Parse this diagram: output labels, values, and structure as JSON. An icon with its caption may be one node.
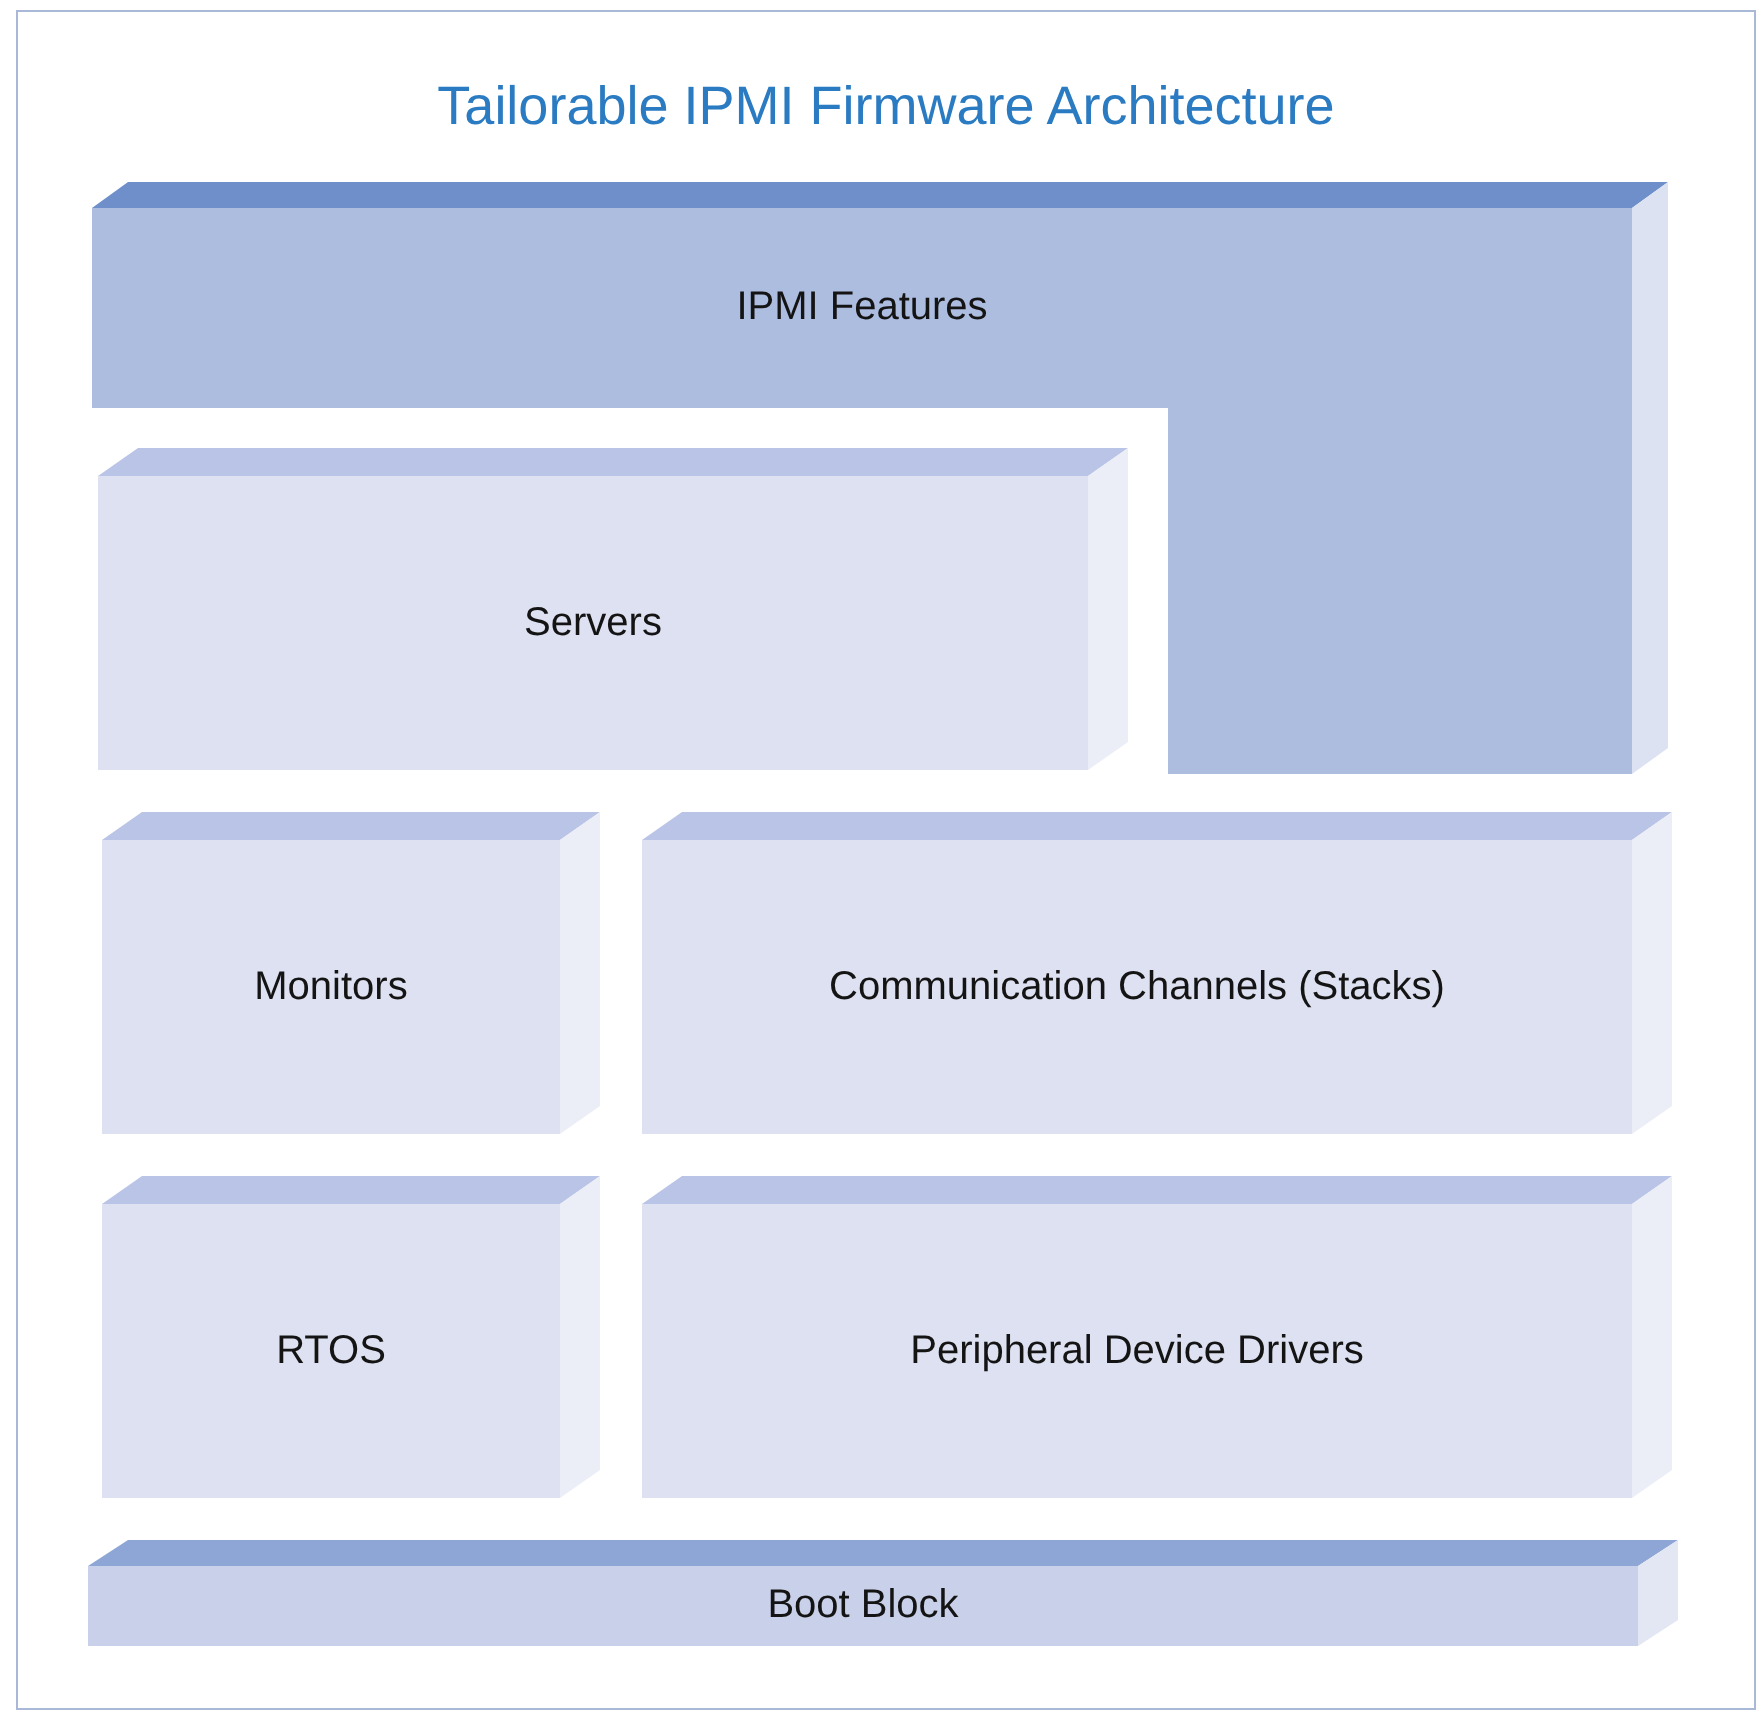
{
  "diagram": {
    "title": "Tailorable IPMI Firmware Architecture",
    "nodes": [
      {
        "text": [
          "IPMI Features"
        ]
      },
      {
        "text": [
          "Servers"
        ]
      },
      {
        "text": [
          "Monitors"
        ]
      },
      {
        "text": [
          "Communication Channels (Stacks)"
        ]
      },
      {
        "text": [
          "RTOS"
        ]
      },
      {
        "text": [
          "Peripheral Device Drivers"
        ]
      },
      {
        "text": [
          "Boot Block"
        ]
      }
    ]
  }
}
